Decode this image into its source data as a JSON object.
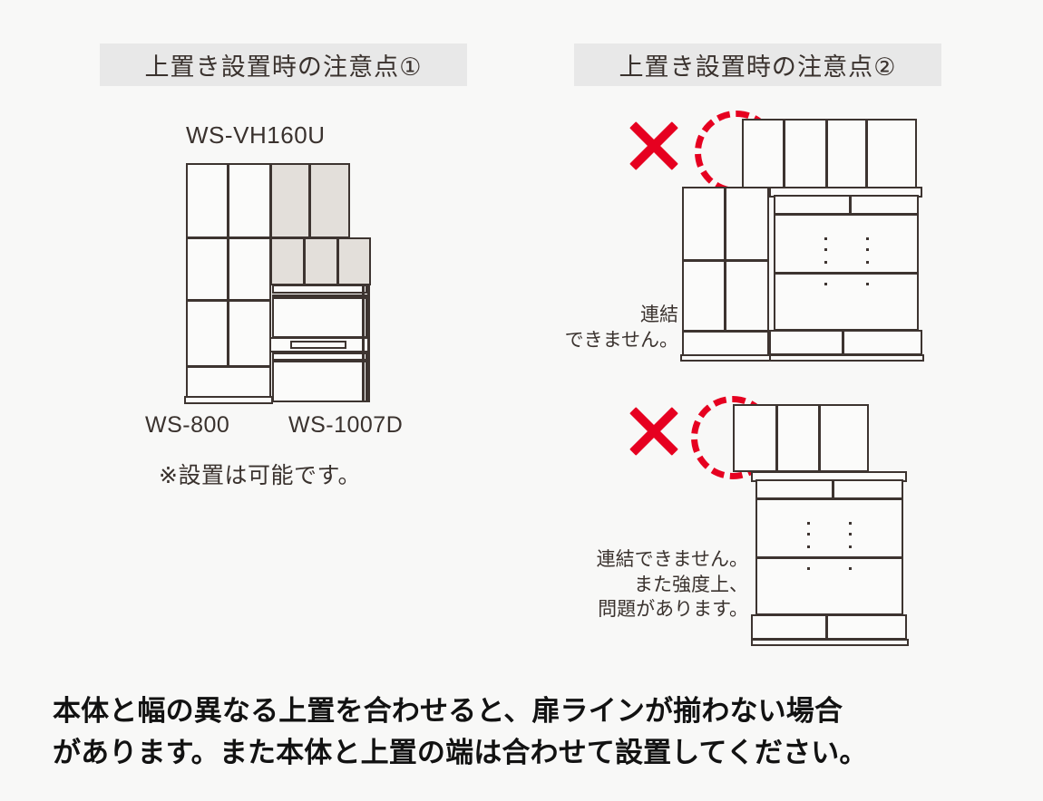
{
  "panels": {
    "left": {
      "header": "上置き設置時の注意点①",
      "top_model": "WS-VH160U",
      "bottom_left_model": "WS-800",
      "bottom_right_model": "WS-1007D",
      "note": "※設置は可能です。"
    },
    "right": {
      "header": "上置き設置時の注意点②",
      "case1_caption_line1": "連結",
      "case1_caption_line2": "できません。",
      "case2_caption_line1": "連結できません。",
      "case2_caption_line2": "また強度上、",
      "case2_caption_line3": "問題があります。"
    }
  },
  "body_text": {
    "line1": "本体と幅の異なる上置を合わせると、扉ラインが揃わない場合",
    "line2": "があります。また本体と上置の端は合わせて設置してください。"
  },
  "marks": {
    "x_symbol": "x-mark-icon",
    "circle_symbol": "dashed-highlight-circle-icon",
    "red": "#e60020"
  },
  "colors": {
    "background": "#f8f8f7",
    "header_band": "#e8e8e8",
    "line": "#3d3430",
    "panel_fill": "#fbfbfa",
    "shaded_panel": "#e3dfda",
    "text": "#3a322e",
    "body_text": "#121212"
  }
}
